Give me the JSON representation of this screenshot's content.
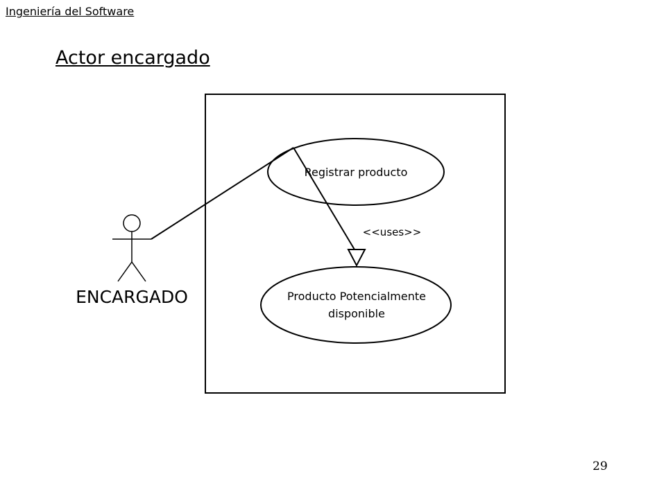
{
  "header": {
    "course_title": "Ingeniería del Software"
  },
  "slide": {
    "title": "Actor encargado",
    "page_number": "29"
  },
  "diagram": {
    "actor": {
      "label": "ENCARGADO"
    },
    "use_cases": [
      {
        "label": "Registrar producto"
      },
      {
        "label": "Producto Potencialmente disponible"
      }
    ],
    "relationship": {
      "stereotype": "<<uses>>"
    }
  }
}
